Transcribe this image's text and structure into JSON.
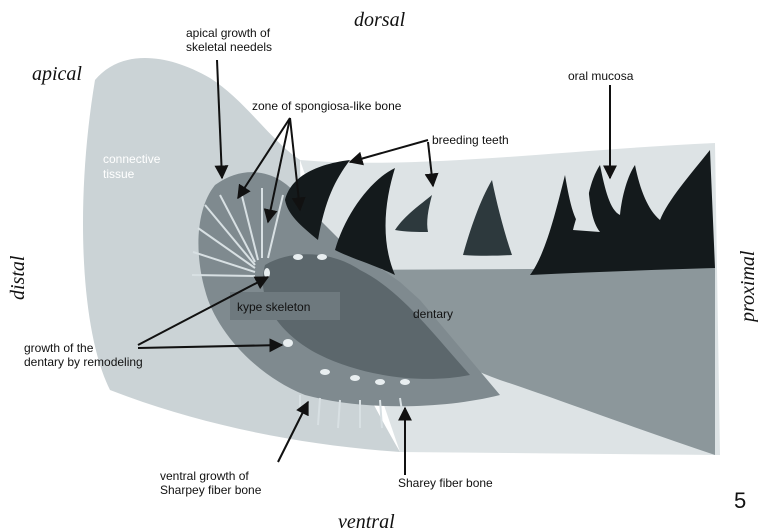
{
  "orientation": {
    "dorsal": "dorsal",
    "ventral": "ventral",
    "apical": "apical",
    "distal": "distal",
    "proximal": "proximal"
  },
  "labels": {
    "apical_growth": [
      "apical growth of",
      "skeletal needels"
    ],
    "spongiosa": "zone of spongiosa-like bone",
    "oral_mucosa": "oral mucosa",
    "breeding_teeth": "breeding teeth",
    "connective_tissue": [
      "connective",
      "tissue"
    ],
    "kype_skeleton": "kype skeleton",
    "dentary": "dentary",
    "growth_dentary": [
      "growth of the",
      "dentary by remodeling"
    ],
    "ventral_growth": [
      "ventral growth of",
      "Sharpey fiber bone"
    ],
    "sharey_fiber": "Sharey fiber bone"
  },
  "figure_number": "5",
  "colors": {
    "connective_tissue": "#cbd3d6",
    "kype_outer": "#7f8a8f",
    "kype_inner": "#5c676c",
    "dentary": "#8c979b",
    "teeth": "#141a1c",
    "tooth_small": "#2d393d",
    "mucosa": "#dde3e5"
  }
}
